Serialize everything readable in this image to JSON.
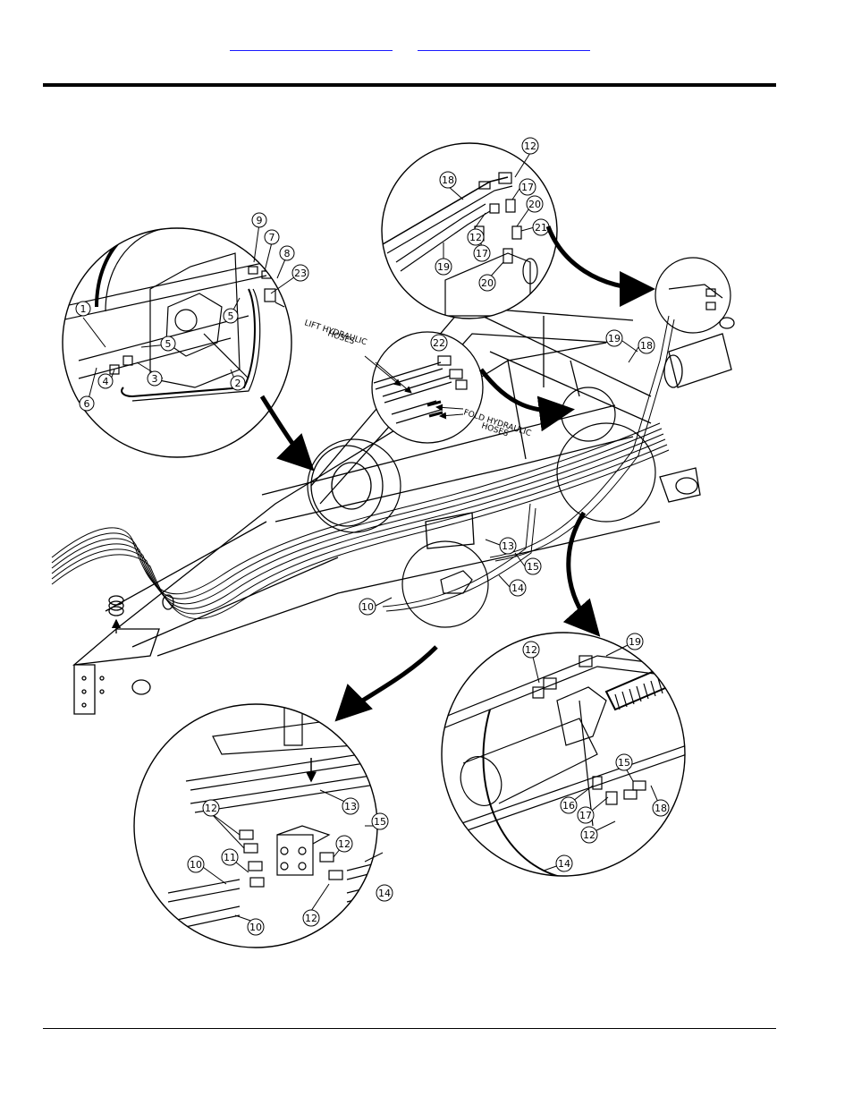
{
  "nav": {
    "link_1": "",
    "link_2": ""
  },
  "diagram": {
    "callouts": {
      "c1": "1",
      "c2": "2",
      "c3": "3",
      "c4": "4",
      "c5a": "5",
      "c5b": "5",
      "c6": "6",
      "c7": "7",
      "c8": "8",
      "c9": "9",
      "c23": "23",
      "c12top": "12",
      "c17a": "17",
      "c20a": "20",
      "c21": "21",
      "c12b": "12",
      "c17b": "17",
      "c20b": "20",
      "c18top": "18",
      "c19top": "19",
      "c22": "22",
      "c19main": "19",
      "c18main": "18",
      "c13main": "13",
      "c15main": "15",
      "c14main": "14",
      "c10main": "10",
      "c19br": "19",
      "c12br1": "12",
      "c15br": "15",
      "c16br": "16",
      "c17br": "17",
      "c12br2": "12",
      "c18br": "18",
      "c14br": "14",
      "c12bl1": "12",
      "c13bl": "13",
      "c15bl": "15",
      "c12bl2": "12",
      "c10bl1": "10",
      "c11bl": "11",
      "c14bl": "14",
      "c12bl3": "12",
      "c10bl2": "10"
    },
    "labels": {
      "lift_1": "LIFT HYDRAULIC",
      "lift_2": "HOSES",
      "fold_1": "FOLD HYDRAULIC",
      "fold_2": "HOSES"
    }
  }
}
